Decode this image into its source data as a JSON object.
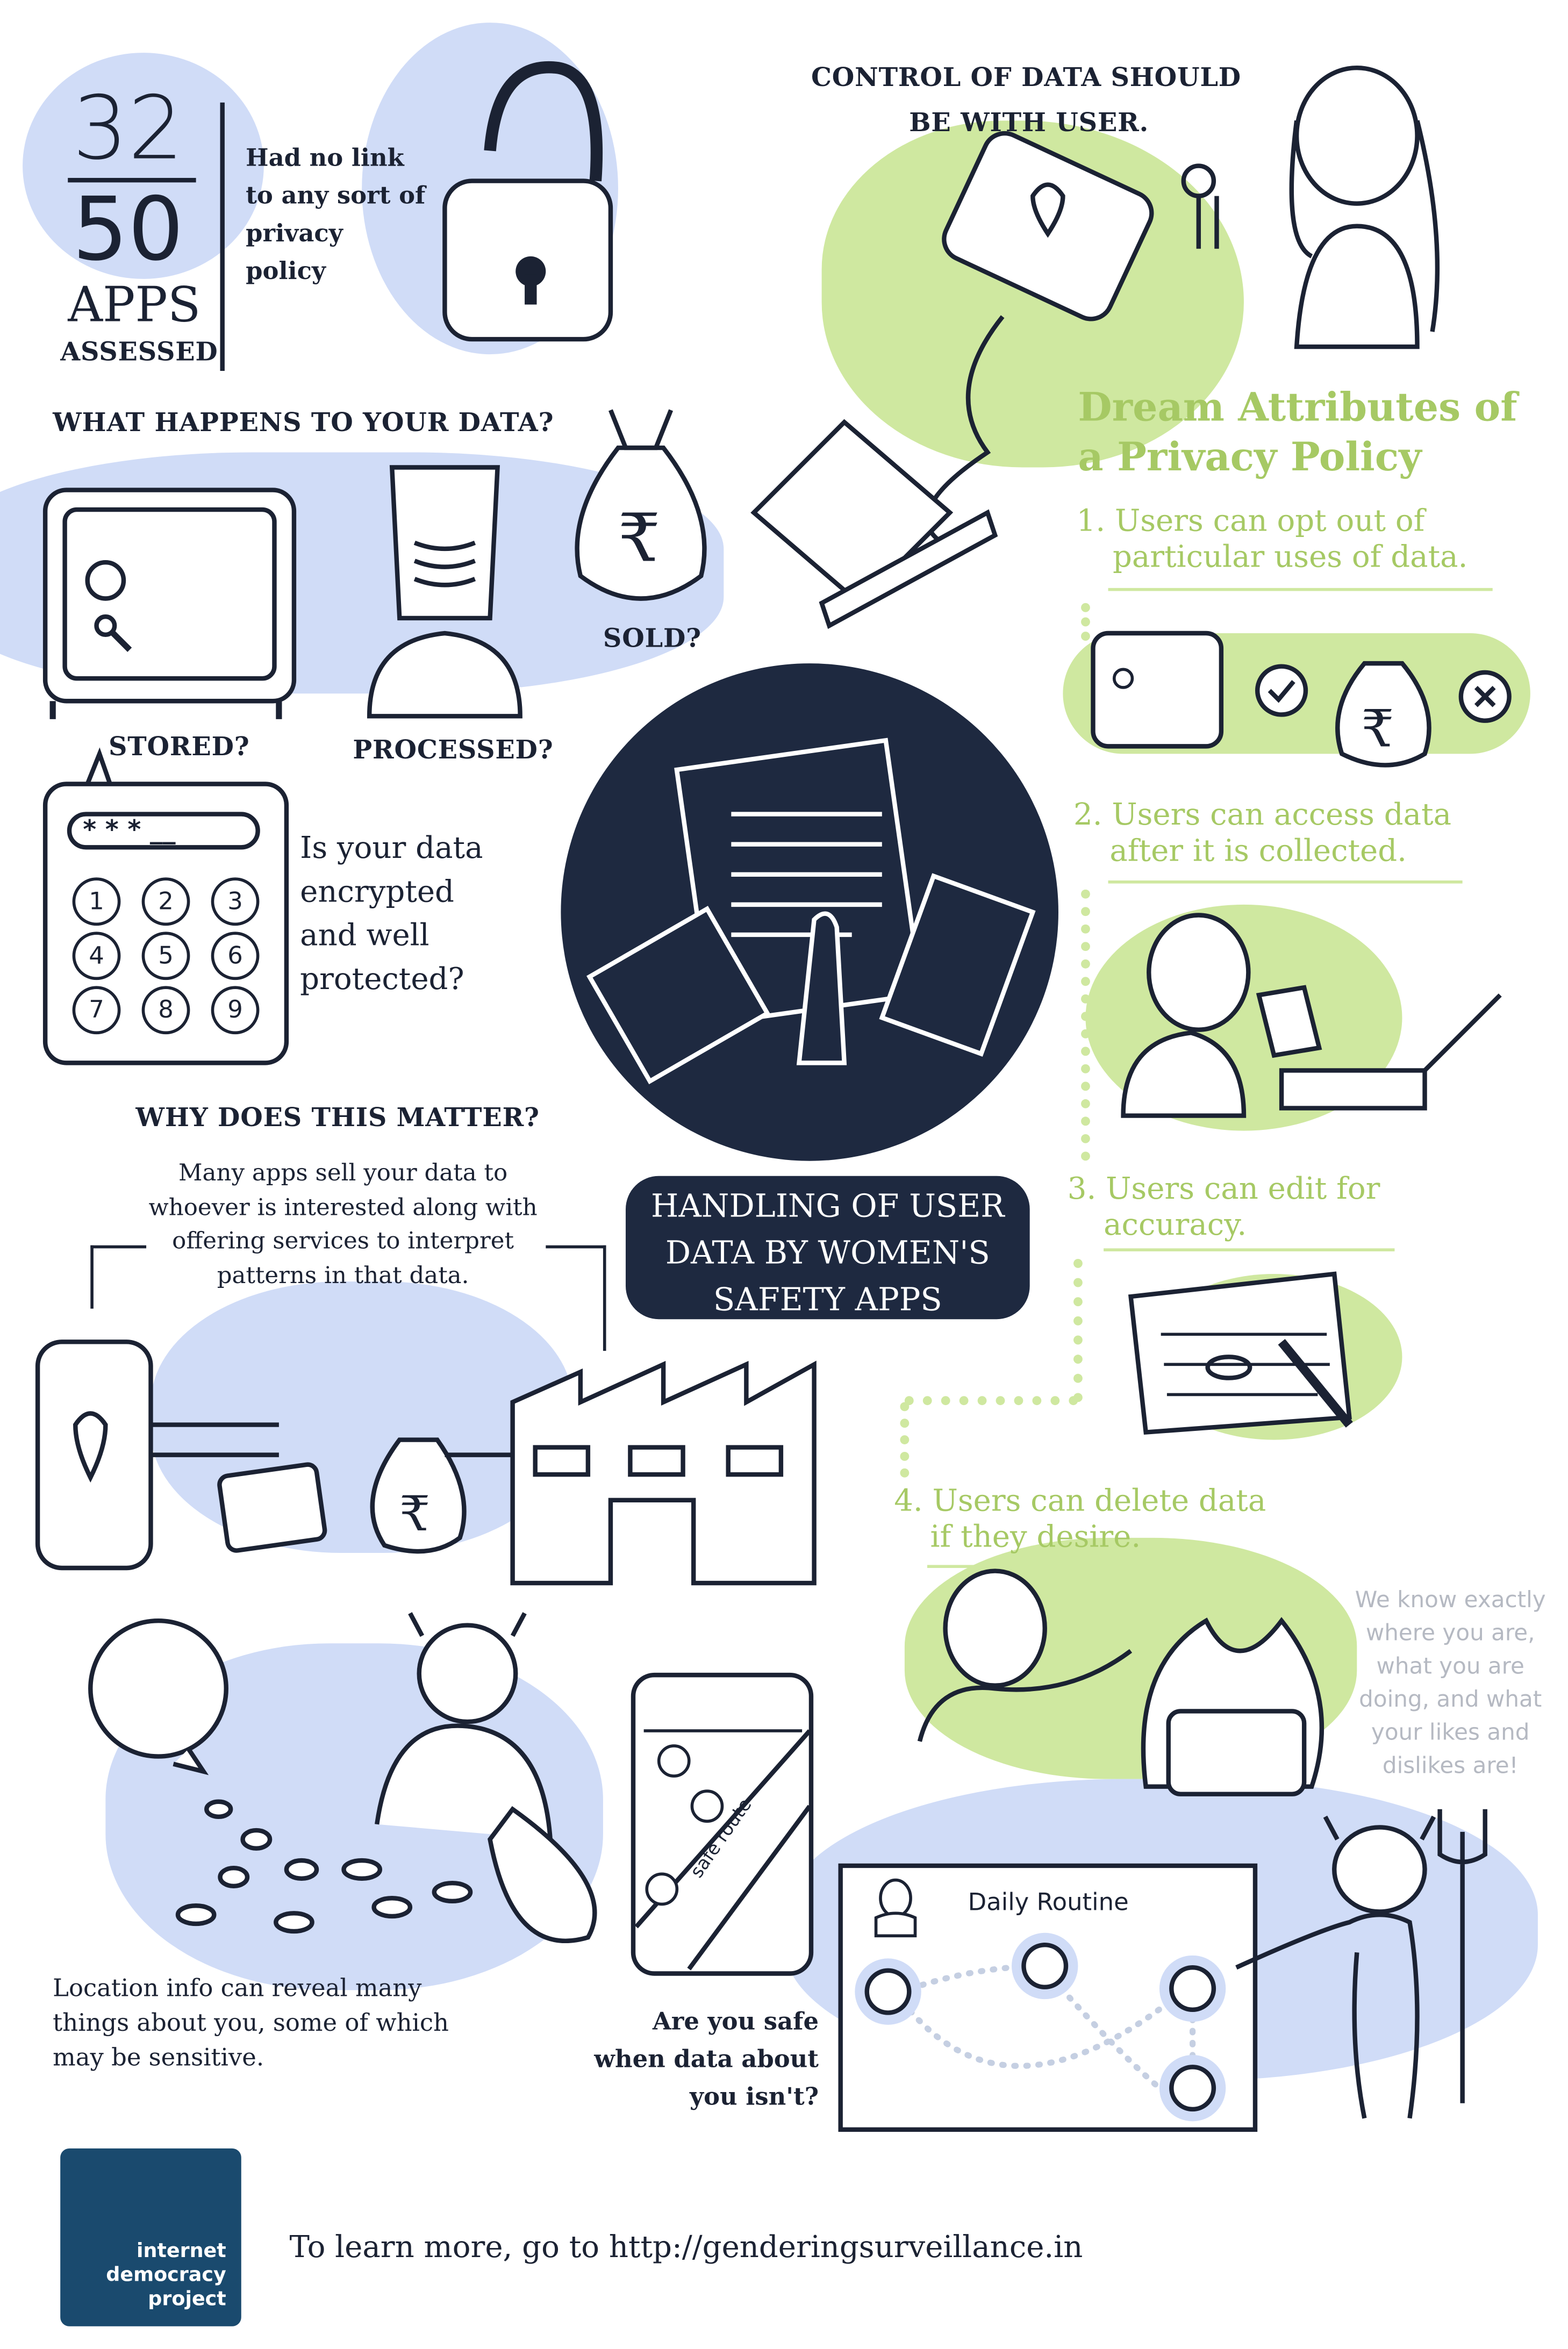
{
  "stats": {
    "numerator": "32",
    "denominator": "50",
    "apps_label": "APPS",
    "assessed_label": "ASSESSED",
    "description": "Had no link to any sort of privacy policy"
  },
  "control": {
    "title_line1": "CONTROL OF DATA SHOULD",
    "title_line2": "BE WITH USER."
  },
  "what_happens": {
    "title": "WHAT HAPPENS TO YOUR DATA?",
    "sold": "SOLD?",
    "stored": "STORED?",
    "processed": "PROCESSED?"
  },
  "encryption": {
    "password_display": "* * * __",
    "keys": [
      "1",
      "2",
      "3",
      "4",
      "5",
      "6",
      "7",
      "8",
      "9"
    ],
    "question": "Is your data encrypted and well protected?"
  },
  "dream": {
    "title_line1": "Dream Attributes of",
    "title_line2": "a Privacy Policy",
    "items": [
      {
        "line1": "1. Users can opt out of",
        "line2": "particular uses of data."
      },
      {
        "line1": "2. Users can access data",
        "line2": "after it is collected."
      },
      {
        "line1": "3. Users can edit for",
        "line2": "accuracy."
      },
      {
        "line1": "4. Users can delete data",
        "line2": "if they desire."
      }
    ]
  },
  "center": {
    "title_line1": "HANDLING OF USER",
    "title_line2": "DATA BY WOMEN'S",
    "title_line3": "SAFETY APPS"
  },
  "why": {
    "title": "WHY DOES THIS MATTER?",
    "text": "Many apps sell your data to whoever is interested along with offering services to interpret patterns in that data."
  },
  "location": {
    "text": "Location info can reveal many things about you, some of which may be sensitive."
  },
  "safe": {
    "route_label": "safe route",
    "question_line1": "Are you safe",
    "question_line2": "when data about",
    "question_line3": "you isn't?"
  },
  "routine": {
    "title": "Daily Routine"
  },
  "devil_quote": "We know exactly where you are, what you are doing, and what your likes and dislikes are!",
  "footer": {
    "logo_line1": "internet",
    "logo_line2": "democracy",
    "logo_line3": "project",
    "learn_more": "To learn more, go to http://genderingsurveillance.in"
  },
  "colors": {
    "blue": "#d0dcf7",
    "green": "#cfe8a0",
    "green_text": "#a6c964",
    "navy": "#1e2940",
    "logo": "#1a4a6e",
    "grey_text": "#b5b9c2"
  }
}
